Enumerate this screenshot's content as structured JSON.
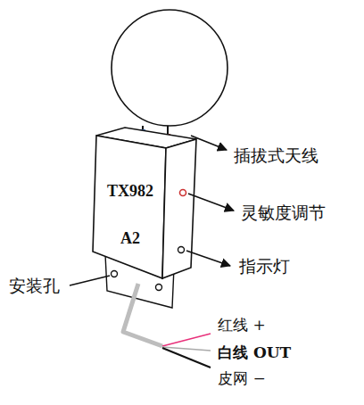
{
  "diagram": {
    "nodes": [
      {
        "text": [
          "TX982",
          "A2"
        ]
      }
    ],
    "labels": [
      "插拔式天线",
      "灵敏度调节",
      "指示灯",
      "安装孔",
      "红线 +",
      "白线 OUT",
      "皮网 −"
    ]
  }
}
